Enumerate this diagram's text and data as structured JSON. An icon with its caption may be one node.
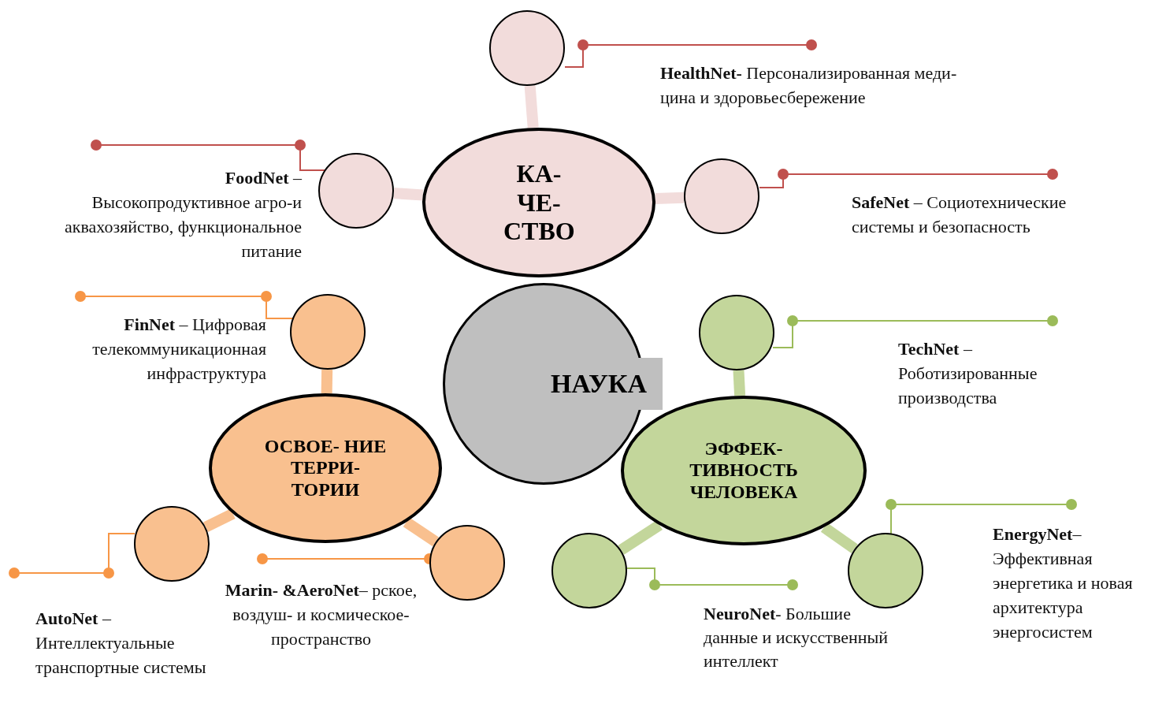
{
  "diagram": {
    "nodes": [
      {
        "text": [],
        "shape": "circle"
      },
      {
        "text": [
          "**HealthNet-** Персонализированная меди- цина и здоровьесбережение"
        ]
      },
      {
        "text": [
          "**FoodNet** – Высокопродуктивное агро-и аквахозяйство, функциональное питание"
        ]
      },
      {
        "text": [],
        "shape": "circle"
      },
      {
        "text": [
          "КА- ЧЕ- СТВО"
        ]
      },
      {
        "text": [],
        "shape": "circle"
      },
      {
        "text": [
          "**SafeNet** – Социотехнические системы и безопасность"
        ]
      },
      {
        "text": [
          "**FinNet** – Цифровая телекоммуникационная инфраструктура"
        ]
      },
      {
        "text": [],
        "shape": "circle"
      },
      {
        "text": [
          "НАУКА"
        ]
      },
      {
        "text": [],
        "shape": "circle"
      },
      {
        "text": [
          "**TechNet** – Роботизированные производства"
        ]
      },
      {
        "text": [
          "ОСВОЕ- НИЕ ТЕРРИ- ТОРИИ"
        ]
      },
      {
        "text": [
          "ЭФФЕК- ТИВНОСТЬ ЧЕЛОВЕКА"
        ]
      },
      {
        "text": [],
        "shape": "circle"
      },
      {
        "text": [
          "**EnergyNet**– Эффективная энергетика и новая архитектура энергосистем"
        ]
      },
      {
        "text": [],
        "shape": "circle"
      },
      {
        "text": [],
        "shape": "circle"
      },
      {
        "text": [],
        "shape": "circle"
      },
      {
        "text": [
          "**AutoNet** – Интеллектуальные транспортные системы"
        ]
      },
      {
        "text": [
          "**Marin- &AeroNet**– рское, воздуш- и космическое- пространство"
        ]
      },
      {
        "text": [
          "**NeuroNet**- Большие данные и искусственный интеллект"
        ]
      }
    ],
    "edges": [
      {
        "from": 4,
        "to": 0,
        "arrow": "none",
        "style": "thick",
        "color": "#f2dcdb"
      },
      {
        "from": 4,
        "to": 3,
        "arrow": "none",
        "style": "thick",
        "color": "#f2dcdb"
      },
      {
        "from": 4,
        "to": 5,
        "arrow": "none",
        "style": "thick",
        "color": "#f2dcdb"
      },
      {
        "from": 12,
        "to": 8,
        "arrow": "none",
        "style": "thick",
        "color": "#f9c08f"
      },
      {
        "from": 12,
        "to": 14,
        "arrow": "none",
        "style": "thick",
        "color": "#f9c08f"
      },
      {
        "from": 12,
        "to": 16,
        "arrow": "none",
        "style": "thick",
        "color": "#f9c08f"
      },
      {
        "from": 13,
        "to": 10,
        "arrow": "none",
        "style": "thick",
        "color": "#c3d69b"
      },
      {
        "from": 13,
        "to": 17,
        "arrow": "none",
        "style": "thick",
        "color": "#c3d69b"
      },
      {
        "from": 13,
        "to": 18,
        "arrow": "none",
        "style": "thick",
        "color": "#c3d69b"
      },
      {
        "from": 1,
        "to": 0,
        "arrow": "other",
        "color": "#c0504d"
      },
      {
        "from": 2,
        "to": 3,
        "arrow": "other",
        "color": "#c0504d"
      },
      {
        "from": 6,
        "to": 5,
        "arrow": "other",
        "color": "#c0504d"
      },
      {
        "from": 7,
        "to": 8,
        "arrow": "other",
        "color": "#f79646"
      },
      {
        "from": 11,
        "to": 10,
        "arrow": "other",
        "color": "#9bbb59"
      },
      {
        "from": 19,
        "to": 14,
        "arrow": "other",
        "color": "#f79646"
      },
      {
        "from": 20,
        "to": 16,
        "arrow": "other",
        "color": "#f79646"
      },
      {
        "from": 21,
        "to": 17,
        "arrow": "other",
        "color": "#9bbb59"
      },
      {
        "from": 15,
        "to": 18,
        "arrow": "other",
        "color": "#9bbb59"
      }
    ]
  }
}
